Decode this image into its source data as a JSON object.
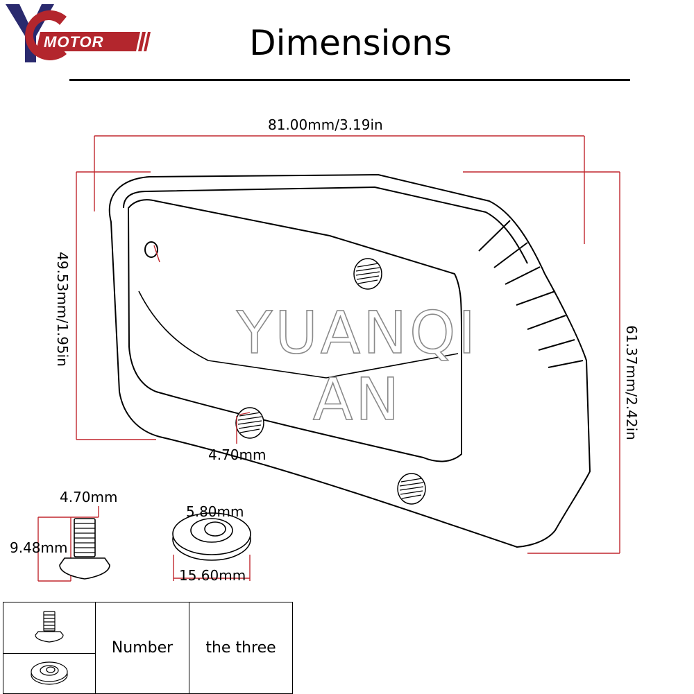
{
  "logo": {
    "letters": "YC",
    "text": "MOTOR",
    "colors": {
      "y": "#2a2a6e",
      "c": "#b3262d",
      "bar": "#b3262d"
    }
  },
  "title": "Dimensions",
  "dimensions": {
    "width_top": "81.00mm/3.19in",
    "height_left": "49.53mm/1.95in",
    "height_right": "61.37mm/2.42in",
    "hole": "4.70mm",
    "screw_diameter": "4.70mm",
    "screw_length": "9.48mm",
    "washer_inner": "5.80mm",
    "washer_outer": "15.60mm"
  },
  "watermark": "YUANQI AN",
  "table": {
    "icons": [
      "screw-icon",
      "washer-icon"
    ],
    "label": "Number",
    "value": "the three"
  },
  "colors": {
    "dimension_line": "#c0272d",
    "outline": "#000000"
  }
}
